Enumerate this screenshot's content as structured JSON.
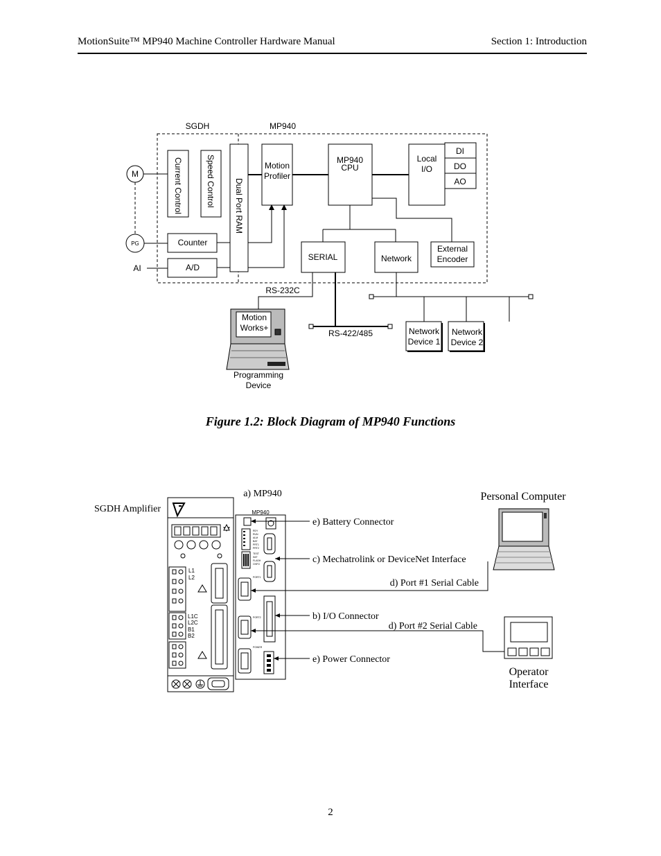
{
  "header": {
    "title": "MotionSuite™ MP940 Machine Controller Hardware Manual",
    "section": "Section 1: Introduction"
  },
  "figure1": {
    "caption": "Figure 1.2:  Block Diagram of MP940 Functions",
    "labels": {
      "sgdh": "SGDH",
      "mp940": "MP940",
      "motor": "M",
      "pg": "PG",
      "ai": "AI",
      "current_control": "Current Control",
      "speed_control": "Speed Control",
      "dual_port_ram": "Dual Port RAM",
      "motion_profiler_1": "Motion",
      "motion_profiler_2": "Profiler",
      "cpu_1": "MP940",
      "cpu_2": "CPU",
      "local_io_1": "Local",
      "local_io_2": "I/O",
      "di": "DI",
      "do": "DO",
      "ao": "AO",
      "counter": "Counter",
      "ad": "A/D",
      "serial": "SERIAL",
      "network": "Network",
      "ext_encoder_1": "External",
      "ext_encoder_2": "Encoder",
      "rs232c": "RS-232C",
      "rs422": "RS-422/485",
      "motionworks_1": "Motion",
      "motionworks_2": "Works+",
      "prog_device_1": "Programming",
      "prog_device_2": "Device",
      "net_dev1_1": "Network",
      "net_dev1_2": "Device 1",
      "net_dev2_1": "Network",
      "net_dev2_2": "Device 2"
    }
  },
  "figure2": {
    "labels": {
      "sgdh_amp": "SGDH Amplifier",
      "mp940": "a) MP940",
      "mp940_small": "MP940",
      "personal_computer": "Personal Computer",
      "battery": "e) Battery Connector",
      "mechatrolink": "c) Mechatrolink or DeviceNet Interface",
      "port1": "d) Port #1 Serial Cable",
      "io_connector": "b) I/O Connector",
      "port2": "d) Port #2 Serial Cable",
      "power": "e) Power Connector",
      "operator_1": "Operator",
      "operator_2": "Interface",
      "l1": "L1",
      "l2": "L2",
      "l1c": "L1C",
      "l2c": "L2C",
      "b1": "B1",
      "b2": "B2",
      "port1_small": "PORT1",
      "port2_small": "PORT2",
      "power_small": "POWER",
      "led_rdy": "RDY",
      "led_run": "RUN",
      "led_alm": "ALM",
      "led_bat": "BAT",
      "led_prt1": "PRT1",
      "led_prt2": "PRT2",
      "led_test": "TEST",
      "led_init": "INIT",
      "led_flash": "FLASH",
      "led_cnfg": "CNFG"
    }
  },
  "page_number": "2"
}
